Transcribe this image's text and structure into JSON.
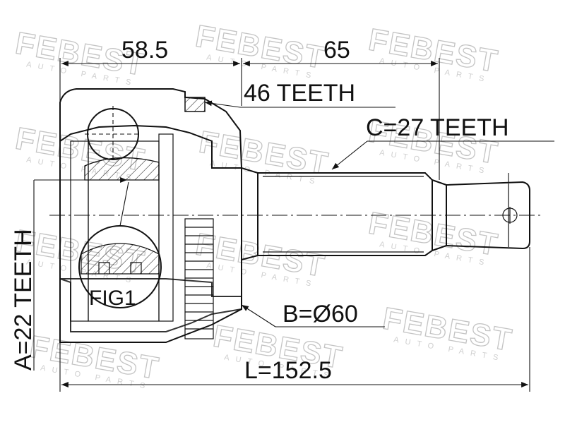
{
  "watermark": {
    "brand": "FEBEST",
    "tagline": "AUTO PARTS"
  },
  "dimensions": {
    "housing_length": "58.5",
    "shaft_length": "65",
    "outer_teeth": "46 TEETH",
    "shaft_spline": "C=27 TEETH",
    "inner_spline": "A=22 TEETH",
    "diameter": "B=Ø60",
    "total_length": "L=152.5"
  },
  "figure_label": "FIG1"
}
